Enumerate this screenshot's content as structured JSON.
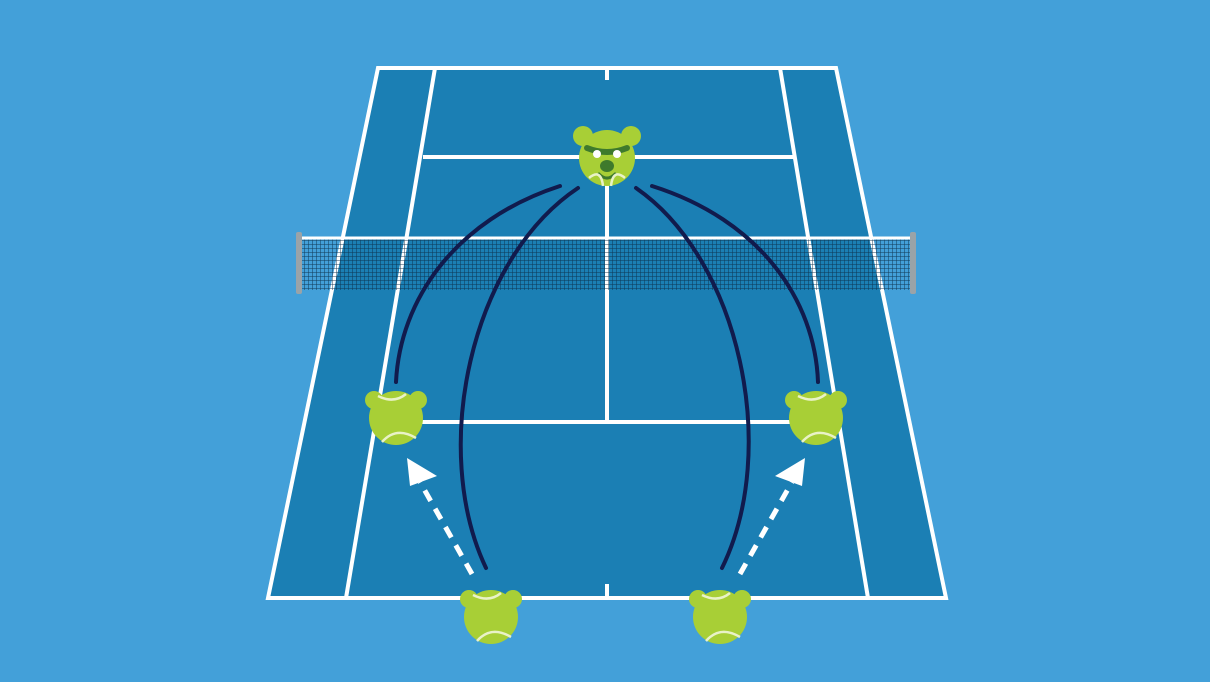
{
  "colors": {
    "background": "#43a0d9",
    "court": "#1b7fb4",
    "lines": "#ffffff",
    "net_mesh": "#0d2f4a",
    "net_post": "#9aa3a8",
    "shot_arc": "#111b4d",
    "ball_body": "#a8cf36",
    "ball_seam": "#e9f2c7",
    "coach_accent": "#3e7a2c",
    "move_arrow": "#ffffff"
  },
  "icons": {
    "coach": "bear-tennis-ball-coach-icon",
    "player": "bear-tennis-ball-player-icon",
    "shot": "shot-arc",
    "movement": "dashed-movement-arrow"
  },
  "drill": {
    "coach_count": 1,
    "player_positions": 4,
    "shot_count": 4,
    "movement_count": 2
  }
}
